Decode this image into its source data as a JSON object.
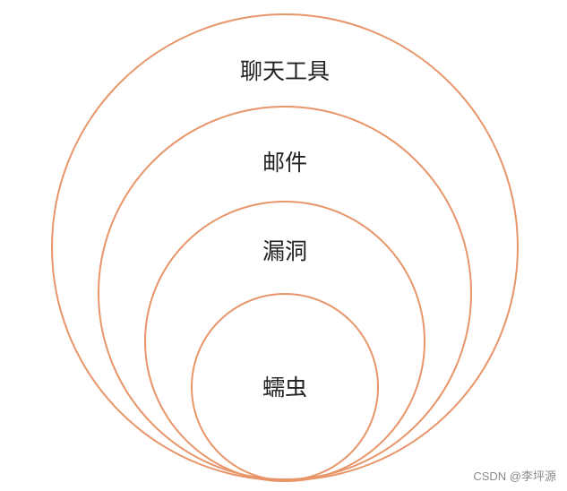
{
  "diagram": {
    "stroke_color": "#e8956a",
    "rings": [
      {
        "id": "chat-tools",
        "label": "聊天工具"
      },
      {
        "id": "mail",
        "label": "邮件"
      },
      {
        "id": "vulnerability",
        "label": "漏洞"
      },
      {
        "id": "worm",
        "label": "蠕虫"
      }
    ]
  },
  "watermark": {
    "text": "CSDN @李坪源"
  }
}
